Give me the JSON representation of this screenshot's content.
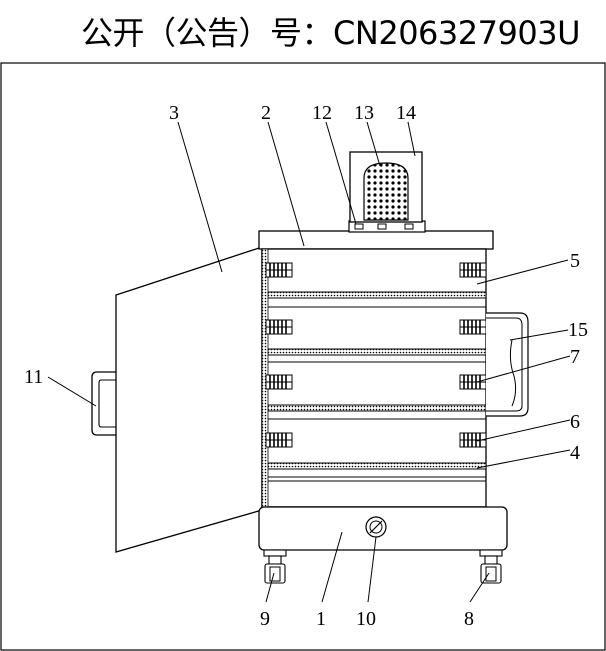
{
  "header": {
    "title": "公开（公告）号：CN206327903U"
  },
  "labels": [
    "1",
    "2",
    "3",
    "4",
    "5",
    "6",
    "7",
    "8",
    "9",
    "10",
    "11",
    "12",
    "13",
    "14",
    "15"
  ],
  "colors": {
    "ink": "#000000",
    "paper": "#ffffff"
  }
}
